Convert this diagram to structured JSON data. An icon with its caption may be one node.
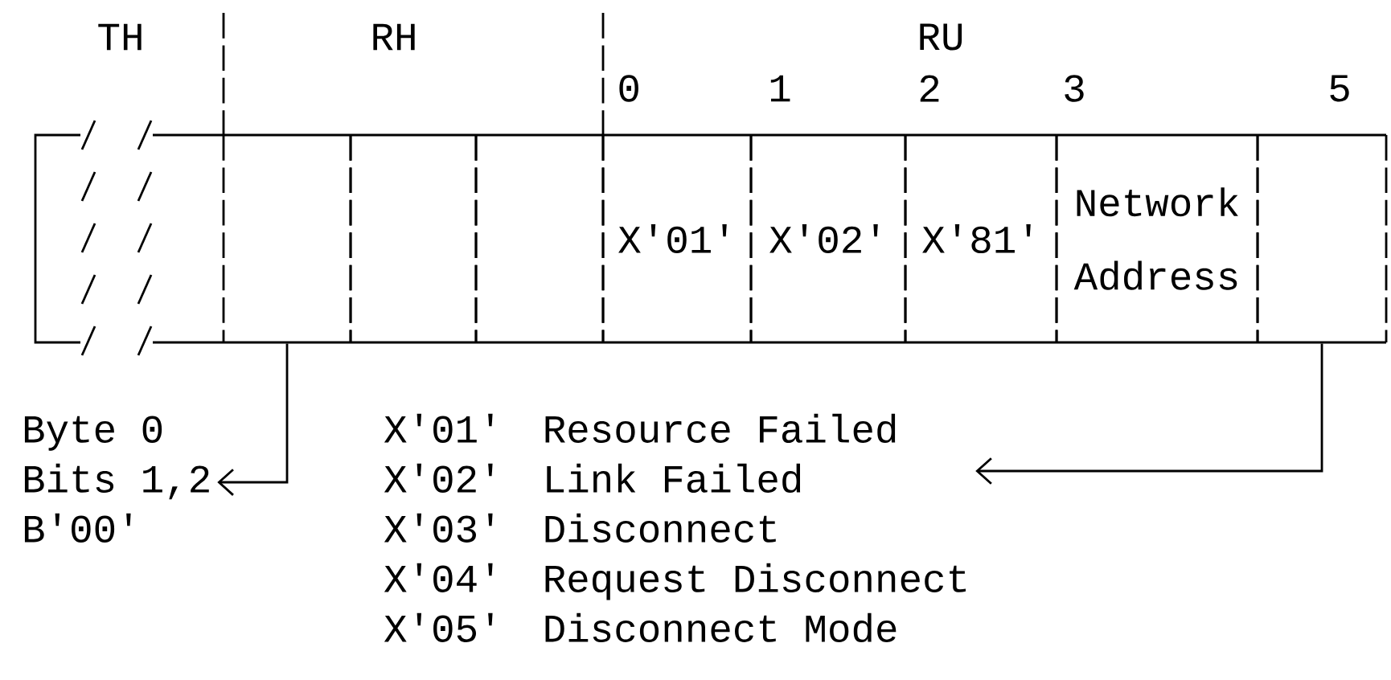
{
  "diagram": {
    "nodes": [
      {
        "text": [],
        "shape": "box"
      },
      {
        "text": [],
        "shape": "box"
      },
      {
        "text": [],
        "shape": "box"
      },
      {
        "text": [],
        "shape": "box"
      },
      {
        "text": [
          "X'01'"
        ]
      },
      {
        "text": [
          "X'02'"
        ]
      },
      {
        "text": [
          "X'81'"
        ]
      },
      {
        "text": [
          "Network Address"
        ]
      },
      {
        "text": [],
        "shape": "box"
      },
      {
        "text": [
          "Byte 0",
          "Bits 1,2",
          "B'00'"
        ]
      },
      {
        "text": [
          "X'01'",
          "Resource Failed",
          "X'02'",
          "Link Failed",
          "X'03'",
          "Disconnect",
          "X'04'",
          "Request Disconnect",
          "X'05'",
          "Disconnect Mode"
        ]
      }
    ],
    "edges": [
      {
        "from": 1,
        "to": 9,
        "arrow": "to"
      },
      {
        "from": 8,
        "to": 10,
        "arrow": "to"
      }
    ],
    "labels": [
      "TH",
      "RH",
      "RU",
      "0",
      "1",
      "2",
      "3",
      "5"
    ]
  }
}
